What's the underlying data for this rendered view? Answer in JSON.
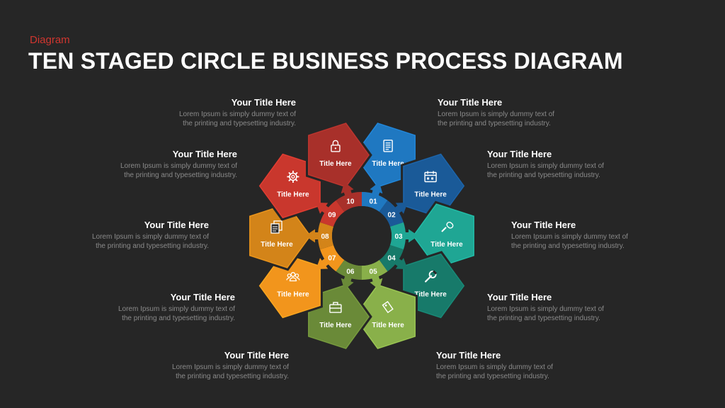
{
  "header": {
    "tag": "Diagram",
    "title": "TEN STAGED CIRCLE BUSINESS PROCESS DIAGRAM"
  },
  "stages": [
    {
      "number": "01",
      "color": "#1f78c1",
      "label": "Title Here",
      "icon": "document-icon"
    },
    {
      "number": "02",
      "color": "#1a5a98",
      "label": "Title Here",
      "icon": "calendar-icon"
    },
    {
      "number": "03",
      "color": "#1fa694",
      "label": "Title Here",
      "icon": "microphone-icon"
    },
    {
      "number": "04",
      "color": "#177a6a",
      "label": "Title Here",
      "icon": "wrench-icon"
    },
    {
      "number": "05",
      "color": "#89b04a",
      "label": "Title Here",
      "icon": "tag-icon"
    },
    {
      "number": "06",
      "color": "#6a8a38",
      "label": "Title Here",
      "icon": "briefcase-icon"
    },
    {
      "number": "07",
      "color": "#f2951c",
      "label": "Title Here",
      "icon": "team-icon"
    },
    {
      "number": "08",
      "color": "#d38419",
      "label": "Title Here",
      "icon": "copy-icon"
    },
    {
      "number": "09",
      "color": "#c9372d",
      "label": "Title Here",
      "icon": "gear-icon"
    },
    {
      "number": "10",
      "color": "#a8302a",
      "label": "Title Here",
      "icon": "lock-icon"
    }
  ],
  "text_blocks": [
    {
      "title": "Your Title Here",
      "line1": "Lorem Ipsum is simply dummy text of",
      "line2": "the printing and typesetting industry."
    },
    {
      "title": "Your Title Here",
      "line1": "Lorem Ipsum is simply dummy text of",
      "line2": "the printing and typesetting industry."
    },
    {
      "title": "Your Title Here",
      "line1": "Lorem Ipsum is simply dummy text of",
      "line2": "the printing and typesetting industry."
    },
    {
      "title": "Your Title Here",
      "line1": "Lorem Ipsum is simply dummy text of",
      "line2": "the printing and typesetting industry."
    },
    {
      "title": "Your Title Here",
      "line1": "Lorem Ipsum is simply dummy text of",
      "line2": "the printing and typesetting industry."
    },
    {
      "title": "Your Title Here",
      "line1": "Lorem Ipsum is simply dummy text of",
      "line2": "the printing and typesetting industry."
    },
    {
      "title": "Your Title Here",
      "line1": "Lorem Ipsum is simply dummy text of",
      "line2": "the printing and typesetting industry."
    },
    {
      "title": "Your Title Here",
      "line1": "Lorem Ipsum is simply dummy text of",
      "line2": "the printing and typesetting industry."
    },
    {
      "title": "Your Title Here",
      "line1": "Lorem Ipsum is simply dummy text of",
      "line2": "the printing and typesetting industry."
    },
    {
      "title": "Your Title Here",
      "line1": "Lorem Ipsum is simply dummy text of",
      "line2": "the printing and typesetting industry."
    }
  ]
}
